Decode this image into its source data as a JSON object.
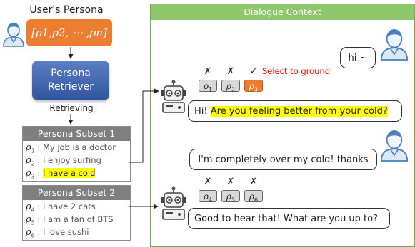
{
  "user_persona": {
    "title": "User's Persona",
    "persona_set": "[ρ1,ρ2, ⋯ ,ρn]"
  },
  "retriever": {
    "line1": "Persona",
    "line2": "Retriever"
  },
  "retrieving_label": "Retrieving",
  "subset1": {
    "title": "Persona Subset 1",
    "rows": [
      {
        "sym": "ρ",
        "sub": "1",
        "text": "My job is a doctor",
        "highlight": false
      },
      {
        "sym": "ρ",
        "sub": "2",
        "text": "I enjoy surfing",
        "highlight": false
      },
      {
        "sym": "ρ",
        "sub": "3",
        "text": "I have a cold",
        "highlight": true
      }
    ]
  },
  "subset2": {
    "title": "Persona Subset 2",
    "rows": [
      {
        "sym": "ρ",
        "sub": "4",
        "text": "I have 2 cats",
        "highlight": false
      },
      {
        "sym": "ρ",
        "sub": "5",
        "text": "I am a fan of BTS",
        "highlight": false
      },
      {
        "sym": "ρ",
        "sub": "6",
        "text": "I love sushi",
        "highlight": false
      }
    ]
  },
  "dialogue": {
    "title": "Dialogue Context",
    "user_msg1": "hi ~",
    "bot_turn1": {
      "marks": [
        "✗",
        "✗",
        "✓"
      ],
      "chips": [
        {
          "sym": "ρ",
          "sub": "1"
        },
        {
          "sym": "ρ",
          "sub": "2"
        },
        {
          "sym": "ρ",
          "sub": "3"
        }
      ],
      "note": "Select to ground",
      "msg_prefix": "Hi! ",
      "msg_highlight": "Are you feeling better from your cold?"
    },
    "user_msg2": "I'm completely over my cold! thanks",
    "bot_turn2": {
      "marks": [
        "✗",
        "✗",
        "✗"
      ],
      "chips": [
        {
          "sym": "ρ",
          "sub": "4"
        },
        {
          "sym": "ρ",
          "sub": "5"
        },
        {
          "sym": "ρ",
          "sub": "6"
        }
      ],
      "msg": "Good to hear that! What are you up to?"
    }
  },
  "colors": {
    "persona_orange": "#ed7d31",
    "retriever_blue": "#2f559c",
    "context_green": "#8ec86a",
    "subset_gray": "#7f7f7f",
    "highlight_yellow": "#ffff00",
    "note_red": "#ff0000"
  },
  "icons": [
    "user-icon",
    "robot-icon",
    "arrow-icon"
  ]
}
